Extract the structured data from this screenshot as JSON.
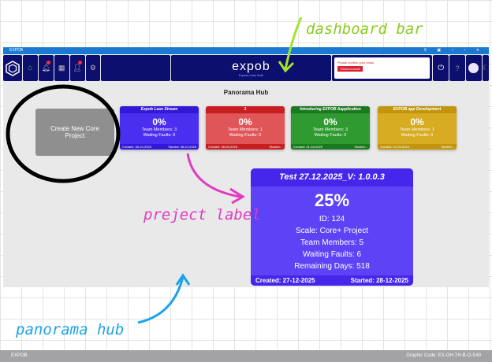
{
  "window": {
    "title": "EXPOB",
    "controls": "⚲ ▣ – ▫ ✕"
  },
  "nav": {
    "logo_text": "expob",
    "logo_sub": "Express Order Build",
    "notice": "Please confirm your email",
    "notice_button": "Resend email"
  },
  "content": {
    "title": "Panorama Hub",
    "create_button": "Create New Core Project",
    "cards": [
      {
        "title": "Expob Lean Stream",
        "percent": "0%",
        "members": "Team Members: 3",
        "faults": "Waiting Faults: 0",
        "created": "Created: 08-10-2025",
        "started": "Started: 08-10-2025",
        "color": "#4b2ff0",
        "dark": "#3318d6"
      },
      {
        "title": "1",
        "percent": "0%",
        "members": "Team Members: 1",
        "faults": "Waiting Faults: 0",
        "created": "Created: 28-06-2025",
        "started": "Started: -",
        "color": "#e05557",
        "dark": "#c81e22"
      },
      {
        "title": "Introducing EXPOB Aapplication",
        "percent": "0%",
        "members": "Team Members: 3",
        "faults": "Waiting Faults: 0",
        "created": "Created: 01-04-2025",
        "started": "Started: -",
        "color": "#2e9a30",
        "dark": "#1b7a1f"
      },
      {
        "title": "EXPOB app Development",
        "percent": "0%",
        "members": "Team Members: 1",
        "faults": "Waiting Faults: 0",
        "created": "Created: 12-05-2024",
        "started": "Started: -",
        "color": "#d7ab22",
        "dark": "#c3950c"
      }
    ],
    "featured": {
      "title": "Test 27.12.2025_V: 1.0.0.3",
      "percent": "25%",
      "id": "ID: 124",
      "scale": "Scale: Core+ Project",
      "members": "Team Members: 5",
      "faults": "Waiting Faults: 6",
      "remaining": "Remaining Days: 518",
      "created": "Created: 27-12-2025",
      "started": "Started: 28-12-2025"
    }
  },
  "annotations": {
    "dashboard": "dashboard bar",
    "project": "preject label",
    "hub": "panorama hub"
  },
  "footer": {
    "brand": "EXPOB",
    "code": "Graphic Code: EX-GH-TH-B-O-S49"
  }
}
